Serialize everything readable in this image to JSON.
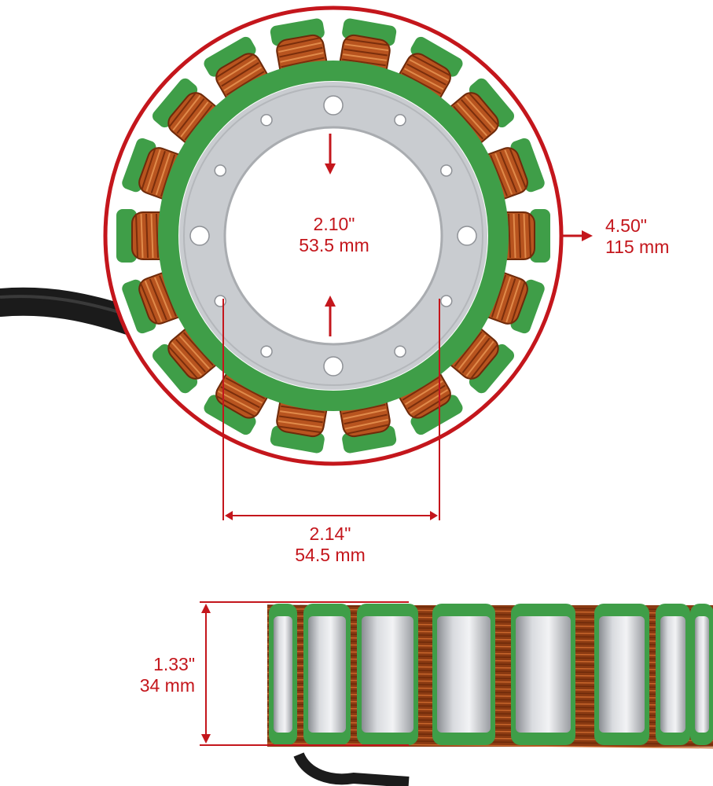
{
  "colors": {
    "dimension": "#c4161c",
    "copper": "#b8541f",
    "copper_dark": "#6e2a0a",
    "insulation_green": "#3f9e48",
    "steel": "#c9ccd0",
    "cable": "#1b1b1b"
  },
  "dimensions": {
    "inner_diameter": {
      "inches": "2.10\"",
      "mm": "53.5 mm"
    },
    "outer_diameter": {
      "inches": "4.50\"",
      "mm": "115 mm"
    },
    "bolt_span": {
      "inches": "2.14\"",
      "mm": "54.5 mm"
    },
    "stack_height": {
      "inches": "1.33\"",
      "mm": "34 mm"
    }
  }
}
